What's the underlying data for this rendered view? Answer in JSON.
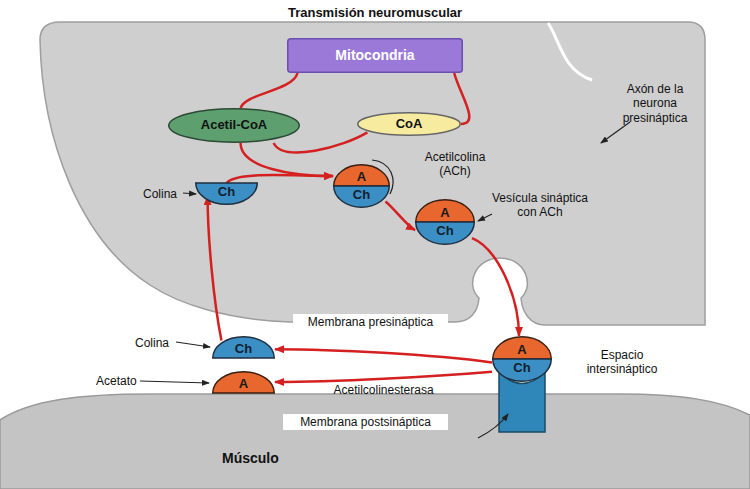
{
  "diagram": {
    "title": "Transmisión neuromuscular",
    "nodes": [
      {
        "text": [
          "Mitocondria"
        ]
      },
      {
        "text": [
          "Acetil-CoA"
        ]
      },
      {
        "text": [
          "CoA"
        ]
      },
      {
        "text": [
          "Ch"
        ]
      },
      {
        "text": [
          "A"
        ]
      },
      {
        "text": [
          "Ch"
        ]
      },
      {
        "text": [
          "A"
        ]
      },
      {
        "text": [
          "Ch"
        ]
      },
      {
        "text": [
          "A"
        ]
      },
      {
        "text": [
          "Ch"
        ]
      },
      {
        "text": [
          "Ch"
        ]
      },
      {
        "text": [
          "A"
        ]
      }
    ],
    "edges": [
      {
        "from": 2,
        "to": 0,
        "arrow": "none"
      },
      {
        "from": 0,
        "to": 1,
        "arrow": "none"
      },
      {
        "from": 1,
        "to": 4,
        "arrow": "to"
      },
      {
        "from": 3,
        "to": 4,
        "arrow": "to"
      },
      {
        "from": 1,
        "to": 2,
        "arrow": "none"
      },
      {
        "from": 5,
        "to": 7,
        "arrow": "to"
      },
      {
        "from": 7,
        "to": 8,
        "arrow": "to"
      },
      {
        "from": 9,
        "to": 10,
        "arrow": "to"
      },
      {
        "from": 9,
        "to": 11,
        "label": "Acetilcolinesterasa",
        "arrow": "to"
      },
      {
        "from": 10,
        "to": 3,
        "arrow": "to"
      }
    ],
    "labels": [
      "Acetilcolina (ACh)",
      "Axón de la neurona presináptica",
      "Colina",
      "Vesícula sináptica con ACh",
      "Membrana presináptica",
      "Colina",
      "Espacio intersináptico",
      "Acetato",
      "Membrana postsináptica",
      "Músculo"
    ]
  }
}
